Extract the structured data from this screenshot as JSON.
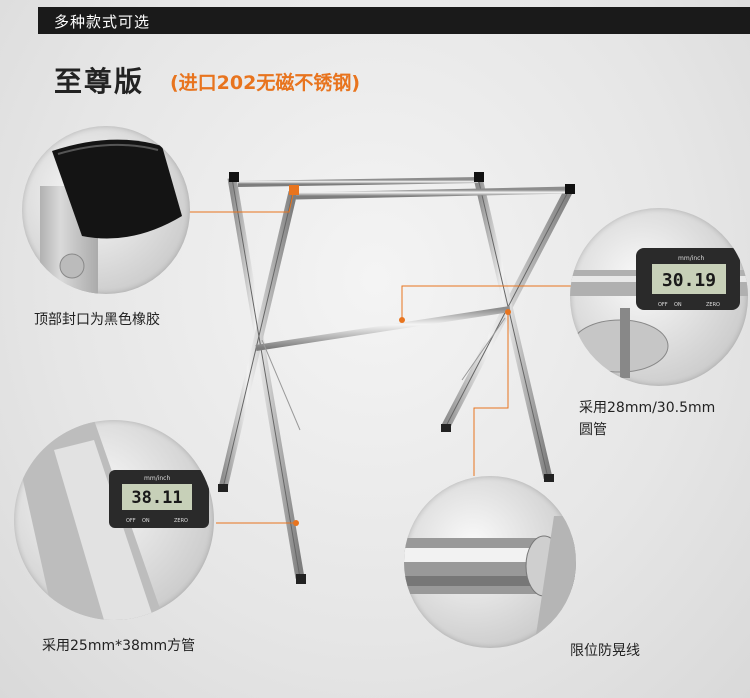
{
  "header": {
    "label": "多种款式可选"
  },
  "heading": {
    "title": "至尊版",
    "subtitle": "(进口202无磁不锈钢)"
  },
  "features": [
    {
      "label": "顶部封口为黑色橡胶"
    },
    {
      "label": "采用28mm/30.5mm圆管"
    },
    {
      "label": "采用25mm*38mm方管"
    },
    {
      "label": "限位防晃线"
    }
  ],
  "calipers": [
    {
      "reading": "30.19",
      "unit_label": "mm/inch",
      "off_label": "OFF",
      "on_label": "ON",
      "zero_label": "ZERO"
    },
    {
      "reading": "38.11",
      "unit_label": "mm/inch",
      "off_label": "OFF",
      "on_label": "ON",
      "zero_label": "ZERO"
    }
  ],
  "colors": {
    "accent": "#e8741e",
    "header_bg": "#1a1a1a",
    "callout_line": "#e8741e"
  }
}
